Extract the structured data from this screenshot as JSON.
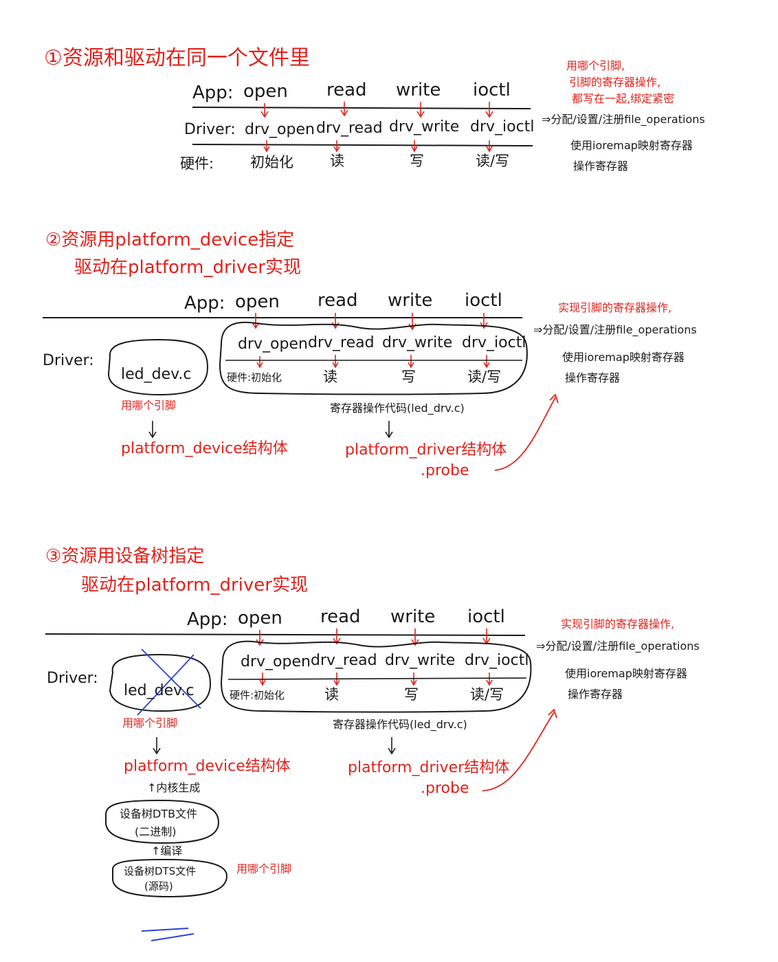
{
  "s1": {
    "title": "①资源和驱动在同一个文件里",
    "api": [
      "App:",
      "open",
      "read",
      "write",
      "ioctl"
    ],
    "drivers": [
      "Driver:",
      "drv_open",
      "drv_read",
      "drv_write",
      "drv_ioctl"
    ],
    "hardware": [
      "硬件:",
      "初始化",
      "读",
      "写",
      "读/写"
    ],
    "note": [
      "用哪个引脚,",
      "引脚的寄存器操作,",
      "都写在一起,绑定紧密"
    ],
    "result": [
      "⇒分配/设置/注册file_operations",
      "使用ioremap映射寄存器",
      "操作寄存器"
    ]
  },
  "s2": {
    "title1": "②资源用platform_device指定",
    "title2": "驱动在platform_driver实现",
    "api": [
      "App:",
      "open",
      "read",
      "write",
      "ioctl"
    ],
    "driver_label": "Driver:",
    "led_dev": "led_dev.c",
    "drivers": [
      "drv_open",
      "drv_read",
      "drv_write",
      "drv_ioctl"
    ],
    "hardware": [
      "硬件:初始化",
      "读",
      "写",
      "读/写"
    ],
    "pins": "用哪个引脚",
    "pdev": "platform_device结构体",
    "regop": "寄存器操作代码(led_drv.c)",
    "pdrv": "platform_driver结构体",
    "probe": ".probe",
    "note": "实现引脚的寄存器操作,",
    "result": [
      "⇒分配/设置/注册file_operations",
      "使用ioremap映射寄存器",
      "操作寄存器"
    ]
  },
  "s3": {
    "title1": "③资源用设备树指定",
    "title2": "驱动在platform_driver实现",
    "api": [
      "App:",
      "open",
      "read",
      "write",
      "ioctl"
    ],
    "driver_label": "Driver:",
    "led_dev": "led_dev.c",
    "drivers": [
      "drv_open",
      "drv_read",
      "drv_write",
      "drv_ioctl"
    ],
    "hardware": [
      "硬件:初始化",
      "读",
      "写",
      "读/写"
    ],
    "pins": "用哪个引脚",
    "pdev": "platform_device结构体",
    "kernel_gen": "↑内核生成",
    "dtb": [
      "设备树DTB文件",
      "(二进制)"
    ],
    "compile": "↑编译",
    "dts": [
      "设备树DTS文件",
      "(源码)"
    ],
    "dts_note": "用哪个引脚",
    "regop": "寄存器操作代码(led_drv.c)",
    "pdrv": "platform_driver结构体",
    "probe": ".probe",
    "note": "实现引脚的寄存器操作,",
    "result": [
      "⇒分配/设置/注册file_operations",
      "使用ioremap映射寄存器",
      "操作寄存器"
    ]
  },
  "colors": {
    "ink": "#1a1a1a",
    "red": "#e0221c",
    "blue": "#2b3fd8"
  }
}
